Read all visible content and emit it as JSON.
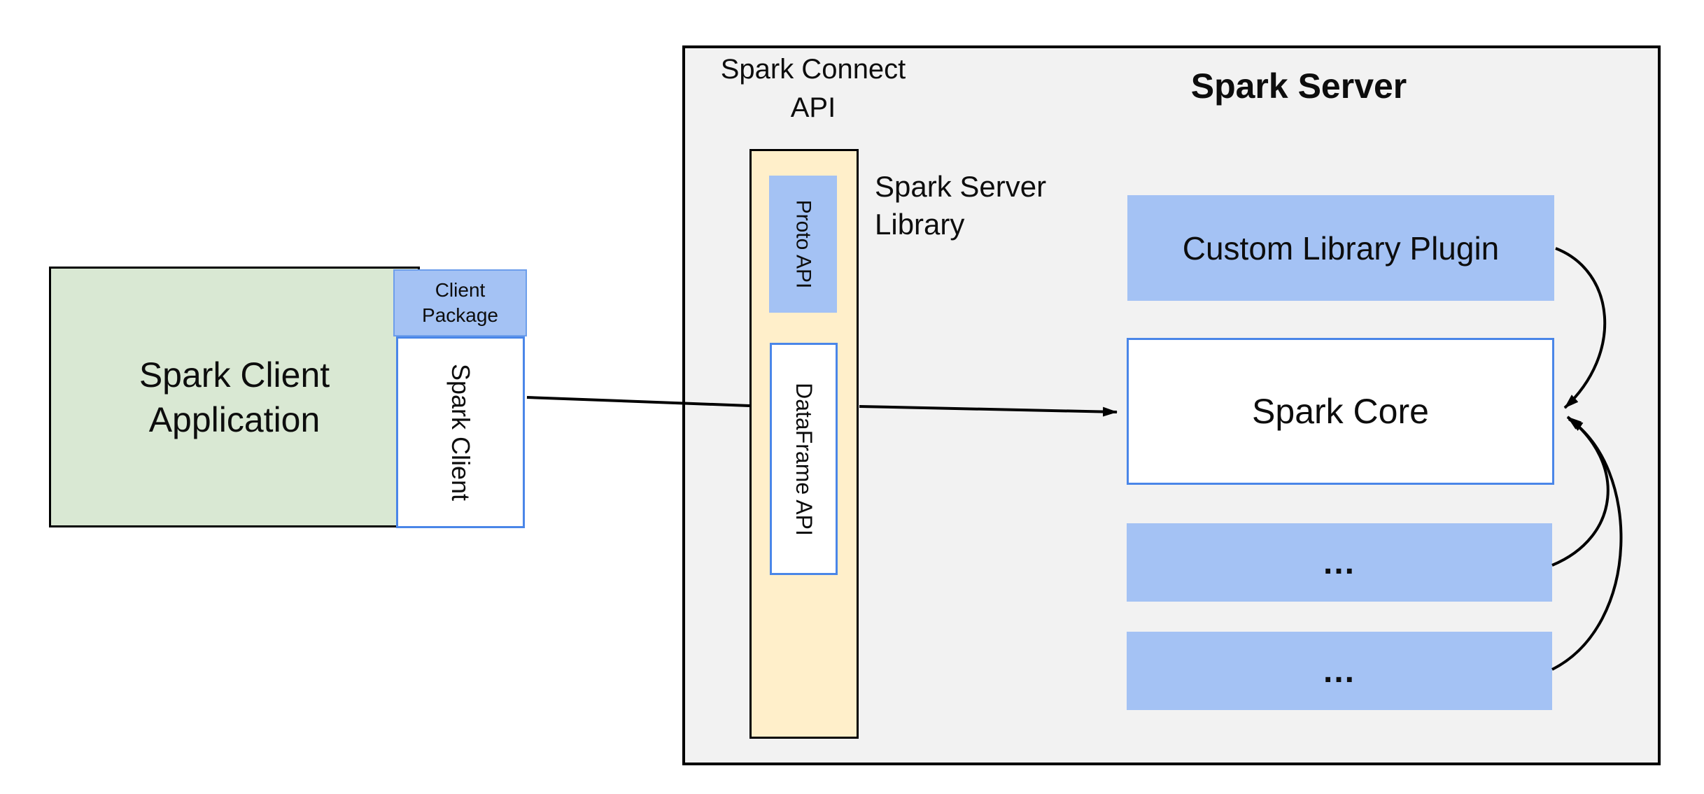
{
  "client": {
    "application_label": "Spark Client Application",
    "package_label": "Client Package",
    "library_label": "Spark Client"
  },
  "connect": {
    "api_title": "Spark Connect API",
    "proto_api_label": "Proto API",
    "dataframe_api_label": "DataFrame API",
    "server_library_label": "Spark Server Library"
  },
  "server": {
    "title": "Spark Server",
    "plugin_label": "Custom Library Plugin",
    "core_label": "Spark Core",
    "more_1_label": "...",
    "more_2_label": "..."
  },
  "palette": {
    "green_fill": "#d9e8d3",
    "blue_fill": "#a4c2f4",
    "yellow_fill": "#ffefca",
    "gray_fill": "#f2f2f2",
    "blue_border": "#4a86e8",
    "package_border": "#6d9eeb",
    "line_color": "#000000"
  }
}
